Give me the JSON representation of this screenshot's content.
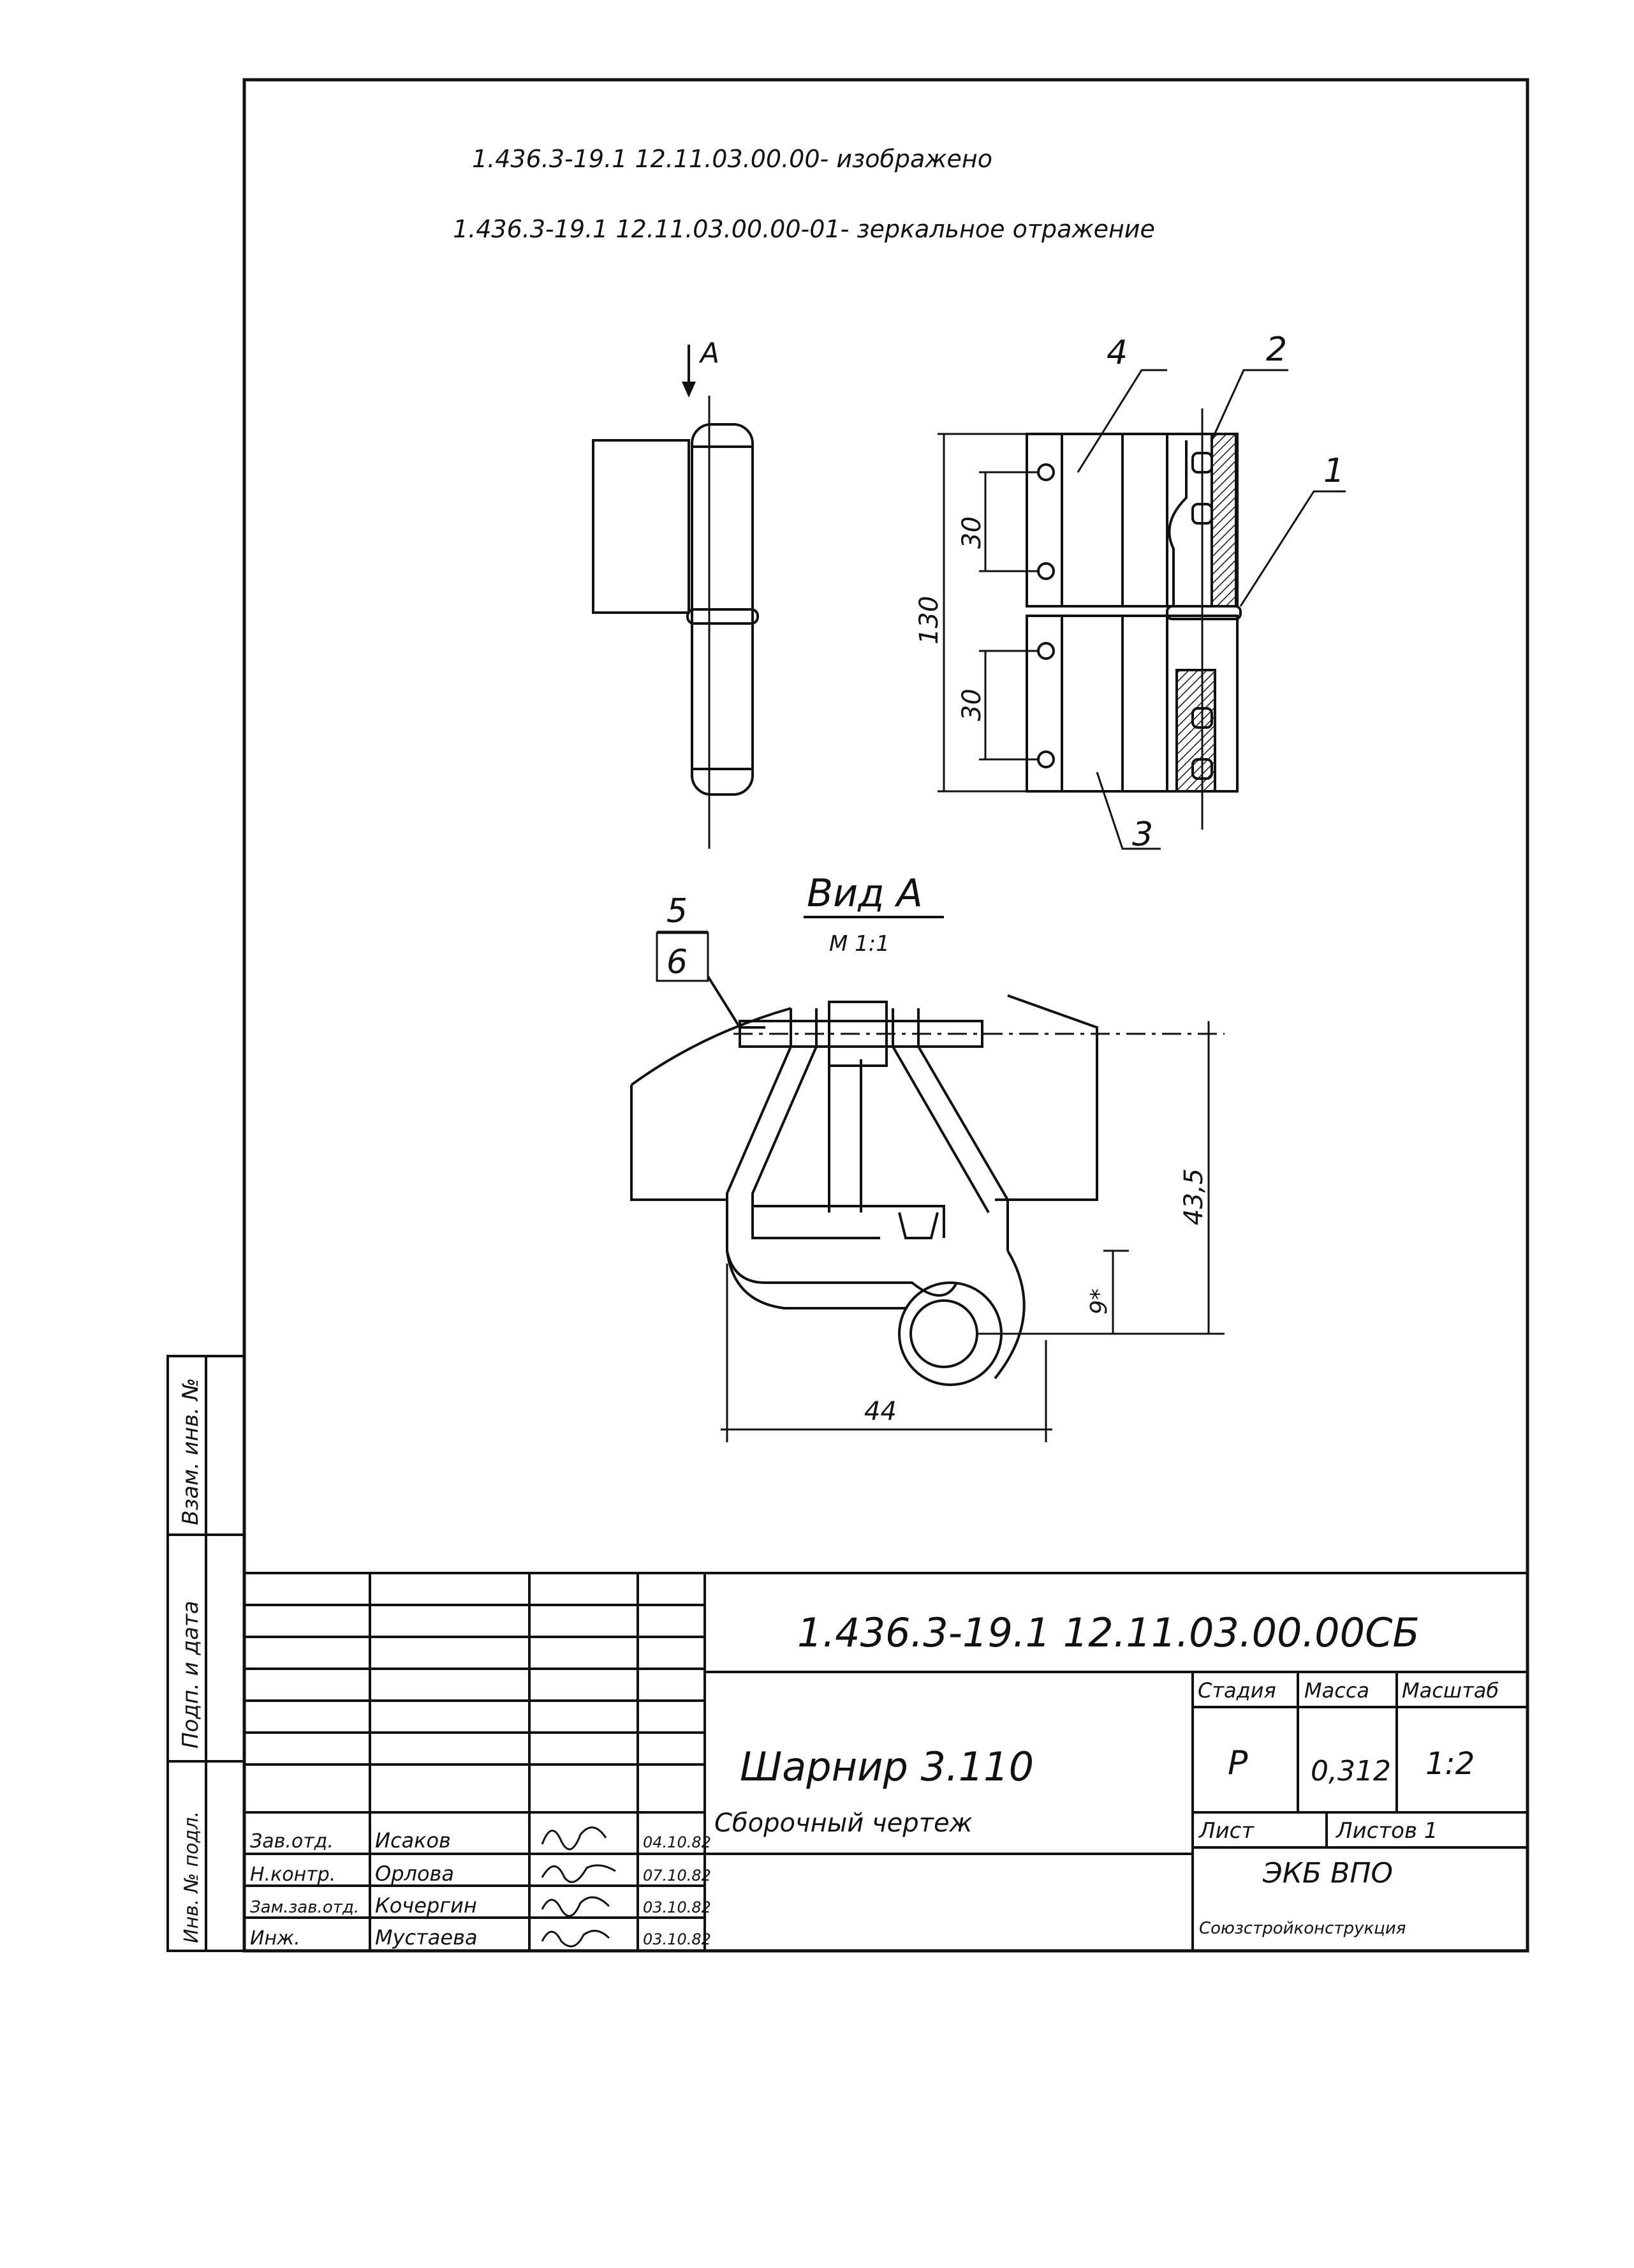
{
  "header": {
    "line1": "1.436.3-19.1 12.11.03.00.00- изображено",
    "line2": "1.436.3-19.1 12.11.03.00.00-01- зеркальное отражение"
  },
  "drawing": {
    "view_arrow": "А",
    "side_dims": {
      "total": "130",
      "spacing_top": "30",
      "spacing_bottom": "30"
    },
    "callouts": {
      "p1": "1",
      "p2": "2",
      "p3": "3",
      "p4": "4",
      "p5": "5",
      "p6": "6"
    },
    "view_title": "Вид А",
    "view_scale": "М 1:1",
    "view_dims": {
      "height": "43,5",
      "offset": "9*",
      "width": "44"
    }
  },
  "side_stamp": {
    "vzam": "Взам. инв. №",
    "podp": "Подп. и дата",
    "inv": "Инв. № подл."
  },
  "title_block": {
    "doc_code": "1.436.3-19.1 12.11.03.00.00СБ",
    "name_line1": "Шарнир 3.110",
    "name_line2": "Сборочный чертеж",
    "stage_label": "Стадия",
    "mass_label": "Масса",
    "scale_label": "Масштаб",
    "stage": "Р",
    "mass": "0,312",
    "scale": "1:2",
    "sheet_label": "Лист",
    "sheets_label": "Листов 1",
    "org": "ЭКБ ВПО",
    "org2": "Союзстройконструкция",
    "signers": [
      {
        "role": "Зав.отд.",
        "name": "Исаков",
        "date": "04.10.82"
      },
      {
        "role": "Н.контр.",
        "name": "Орлова",
        "date": "07.10.82"
      },
      {
        "role": "Зам.зав.отд.",
        "name": "Кочергин",
        "date": "03.10.82"
      },
      {
        "role": "Инж.",
        "name": "Мустаева",
        "date": "03.10.82"
      }
    ]
  }
}
